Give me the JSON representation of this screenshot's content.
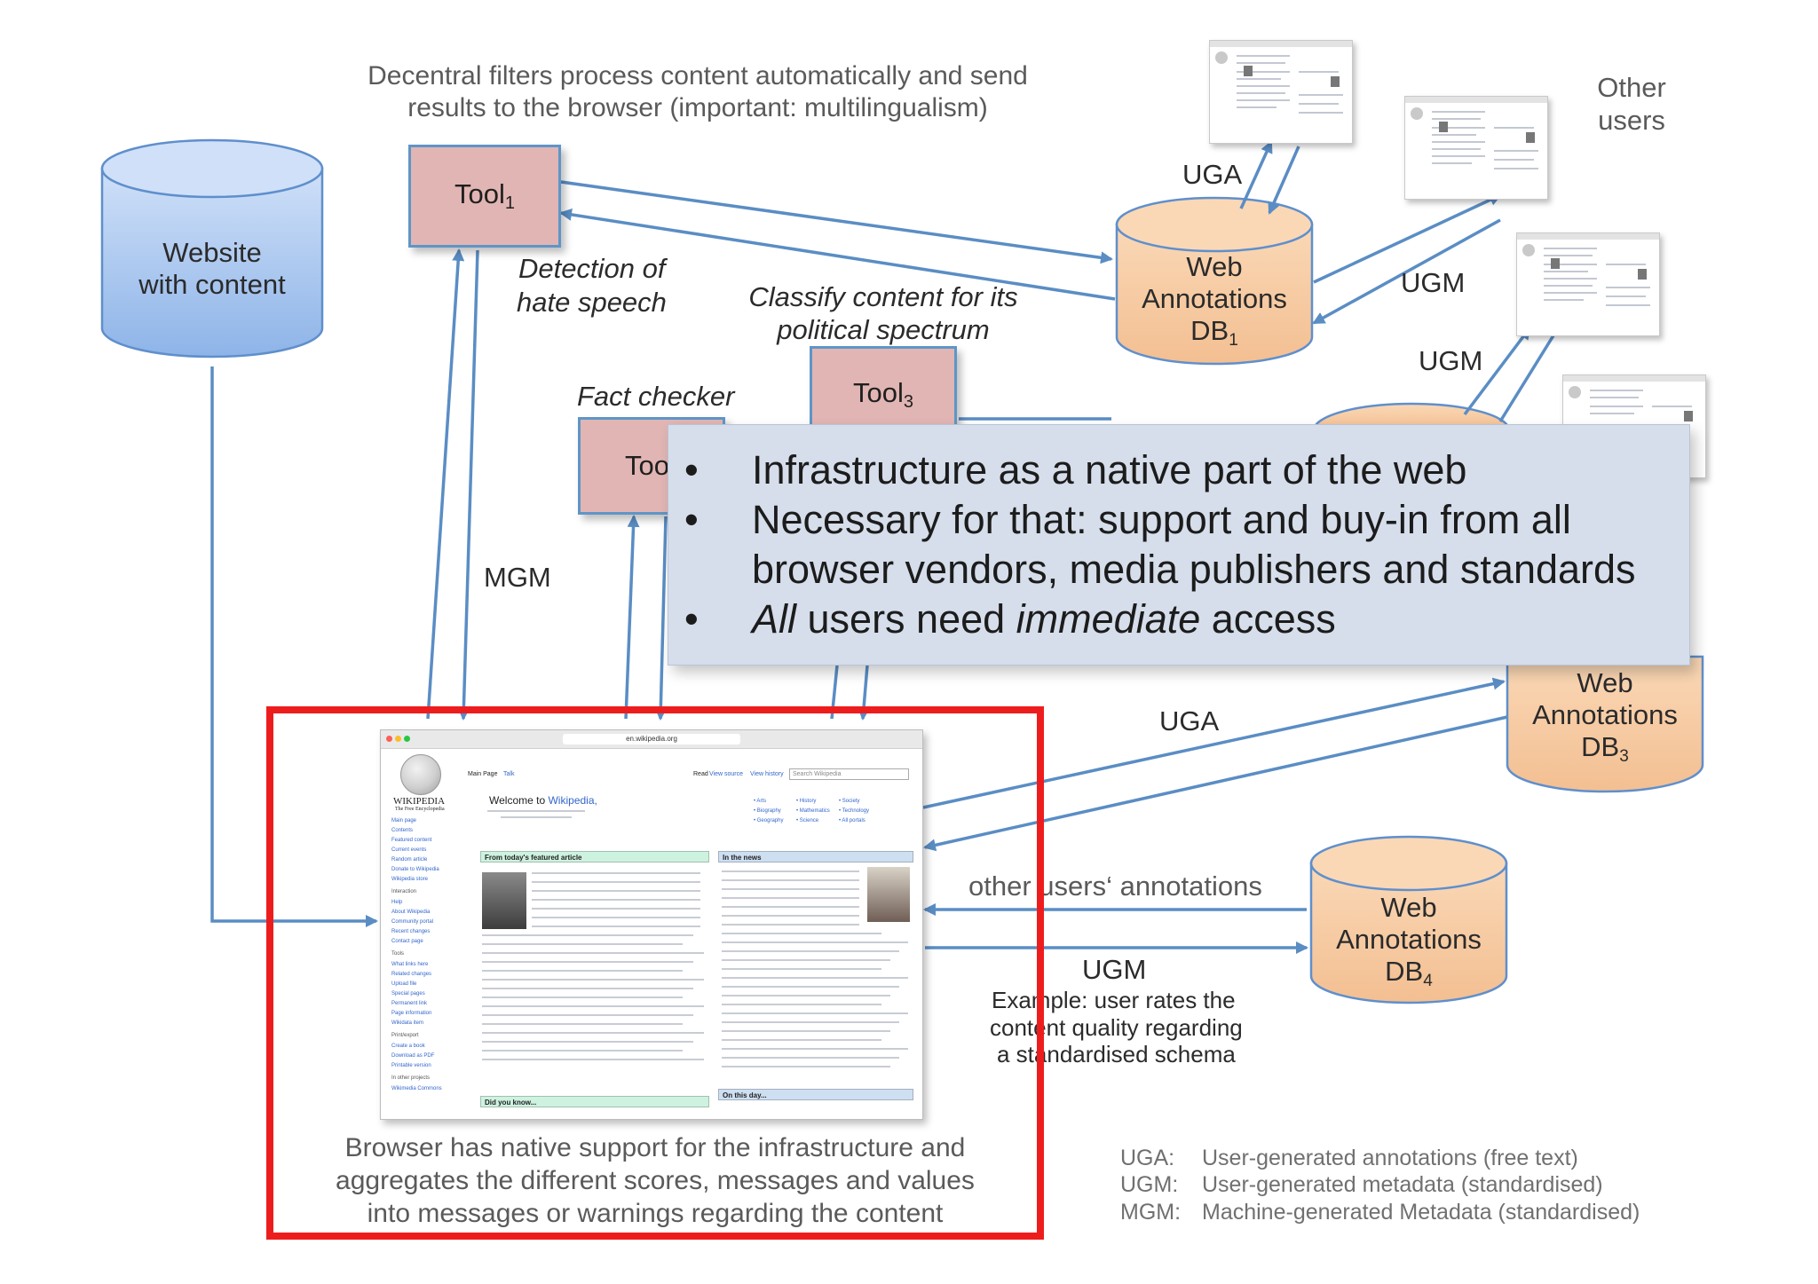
{
  "header_text": {
    "line1": "Decentral filters process content automatically and send",
    "line2": "results to the browser (important: multilingualism)"
  },
  "website": {
    "line1": "Website",
    "line2": "with content"
  },
  "tools": {
    "tool1": {
      "name": "Tool",
      "sub": "1",
      "caption1": "Detection of",
      "caption2": "hate speech"
    },
    "tool2": {
      "name": "Too",
      "caption": "Fact checker"
    },
    "tool3": {
      "name": "Tool",
      "sub": "3",
      "caption1": "Classify content for its",
      "caption2": "political spectrum"
    }
  },
  "databases": {
    "db1": {
      "line1": "Web",
      "line2": "Annotations",
      "line3": "DB",
      "sub": "1"
    },
    "db3": {
      "line1": "Web",
      "line2": "Annotations",
      "line3": "DB",
      "sub": "3"
    },
    "db4": {
      "line1": "Web",
      "line2": "Annotations",
      "line3": "DB",
      "sub": "4"
    }
  },
  "other_users": {
    "line1": "Other",
    "line2": "users"
  },
  "edge_labels": {
    "uga_top": "UGA",
    "ugm_1": "UGM",
    "ugm_2": "UGM",
    "mgm": "MGM",
    "uga_mid": "UGA",
    "other_annotations": "other users‘ annotations",
    "ugm_bottom": "UGM"
  },
  "example": {
    "line1": "Example: user rates the",
    "line2": "content quality regarding",
    "line3": "a standardised schema"
  },
  "callout": {
    "bullet": "•",
    "item1": "Infrastructure as a native part of the web",
    "item2_line1": "Necessary for that: support and buy-in from all",
    "item2_line2": "browser vendors, media publishers and standards",
    "item3_em1": "All",
    "item3_mid": " users need ",
    "item3_em2": "immediate",
    "item3_end": " access"
  },
  "browser_caption": {
    "line1": "Browser has native support for the infrastructure and",
    "line2": "aggregates the different scores, messages and values",
    "line3": "into messages or warnings regarding the content"
  },
  "legend": [
    {
      "abbr": "UGA:",
      "desc": "User-generated annotations (free text)"
    },
    {
      "abbr": "UGM:",
      "desc": "User-generated metadata (standardised)"
    },
    {
      "abbr": "MGM:",
      "desc": "Machine-generated Metadata (standardised)"
    }
  ],
  "browser": {
    "url": "en.wikipedia.org",
    "logo_title": "WIKIPEDIA",
    "logo_subtitle": "The Free Encyclopedia",
    "welcome": "Welcome to",
    "welcome_link": "Wikipedia,",
    "featured_header": "From today's featured article",
    "news_header": "In the news",
    "dyk_header": "Did you know...",
    "onthisday_header": "On this day...",
    "tab_main": "Main Page",
    "tab_talk": "Talk",
    "tab_read": "Read",
    "tab_view_source": "View source",
    "tab_history": "View history",
    "search_placeholder": "Search Wikipedia",
    "sidebar": [
      "Main page",
      "Contents",
      "Featured content",
      "Current events",
      "Random article",
      "Donate to Wikipedia",
      "Wikipedia store",
      "Interaction",
      "Help",
      "About Wikipedia",
      "Community portal",
      "Recent changes",
      "Contact page",
      "Tools",
      "What links here",
      "Related changes",
      "Upload file",
      "Special pages",
      "Permanent link",
      "Page information",
      "Wikidata item",
      "Print/export",
      "Create a book",
      "Download as PDF",
      "Printable version",
      "In other projects",
      "Wikimedia Commons"
    ],
    "portals": [
      "Arts",
      "History",
      "Society",
      "Biography",
      "Mathematics",
      "Technology",
      "Geography",
      "Science",
      "All portals"
    ]
  },
  "colors": {
    "arrow": "#5a8dc4",
    "tool_fill": "#e1b5b3",
    "db_fill": "#f8cfa9",
    "website_fill": "#a9c7ef",
    "callout_fill": "#d6deeb",
    "redbox": "#ee1d1d"
  }
}
